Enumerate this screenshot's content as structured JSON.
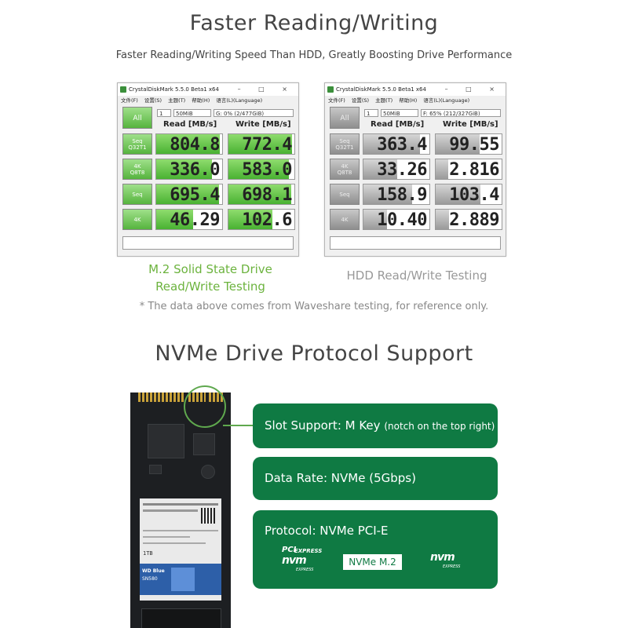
{
  "section1": {
    "title": "Faster Reading/Writing",
    "subtitle": "Faster Reading/Writing Speed Than HDD, Greatly Boosting Drive Performance"
  },
  "cdm_common": {
    "window_title": "CrystalDiskMark 5.5.0 Beta1 x64",
    "menu": [
      "文件(F)",
      "设置(S)",
      "主题(T)",
      "帮助(H)",
      "语言(L)(Language)"
    ],
    "window_buttons": "–  □  ×",
    "count": "1",
    "size": "50MiB",
    "all_label": "All",
    "read_header": "Read [MB/s]",
    "write_header": "Write [MB/s]",
    "rows": [
      {
        "l1": "Seq",
        "l2": "Q32T1"
      },
      {
        "l1": "4K",
        "l2": "Q8T8"
      },
      {
        "l1": "Seq",
        "l2": ""
      },
      {
        "l1": "4K",
        "l2": ""
      }
    ]
  },
  "ssd_window": {
    "drive": "G: 0% (2/477GiB)",
    "read": [
      "804.8",
      "336.0",
      "695.4",
      "46.29"
    ],
    "write": [
      "772.4",
      "583.0",
      "698.1",
      "102.6"
    ],
    "accent": "#56b43e"
  },
  "hdd_window": {
    "drive": "F: 65% (212/327GiB)",
    "read": [
      "363.4",
      "33.26",
      "158.9",
      "10.40"
    ],
    "write": [
      "99.55",
      "2.816",
      "103.4",
      "2.889"
    ],
    "accent": "#9a9a9a"
  },
  "captions": {
    "ssd_line1": "M.2 Solid State Drive",
    "ssd_line2": "Read/Write Testing",
    "hdd": "HDD Read/Write Testing",
    "note": "* The data above comes from Waveshare testing, for reference only.",
    "ssd_color": "#6cb33e",
    "hdd_color": "#999999"
  },
  "section2": {
    "title": "NVMe Drive Protocol Support"
  },
  "features": {
    "slot_main": "Slot Support: M Key",
    "slot_note": "(notch on the top right)",
    "rate": "Data Rate: NVMe (5Gbps)",
    "protocol": "Protocol: NVMe PCI-E",
    "logo_pci_top": "PCI",
    "logo_pci_express": "EXPRESS",
    "logo_nvm": "nvm",
    "logo_nvm_express": "EXPRESS",
    "badge": "NVMe M.2",
    "logo2_nvm": "nvm",
    "logo2_express": "EXPRESS",
    "color": "#0f7a43"
  },
  "ssd_label": {
    "brand": "WD Blue",
    "model": "SN580",
    "capacity": "1TB"
  }
}
